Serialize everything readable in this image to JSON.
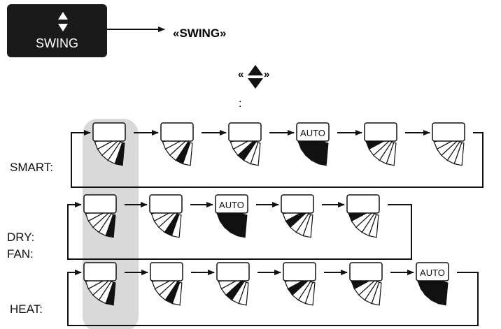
{
  "button": {
    "label": "SWING",
    "icon": "up-down-arrows-icon"
  },
  "callout": {
    "text": "«SWING»"
  },
  "selector": {
    "left": "«",
    "right": "»",
    "icon": "up-down-arrows-icon"
  },
  "colon": ":",
  "modes": [
    {
      "label": "SMART:",
      "steps": [
        "",
        "",
        "",
        "AUTO",
        "",
        ""
      ]
    },
    {
      "label": "DRY:\nFAN:",
      "label_lines": [
        "DRY:",
        "FAN:"
      ],
      "steps": [
        "",
        "",
        "AUTO",
        "",
        ""
      ]
    },
    {
      "label": "HEAT:",
      "steps": [
        "",
        "",
        "",
        "",
        "",
        "AUTO"
      ]
    }
  ],
  "colors": {
    "button_bg": "#1a1a1a",
    "highlight": "#d9d9d9",
    "line": "#111111"
  }
}
